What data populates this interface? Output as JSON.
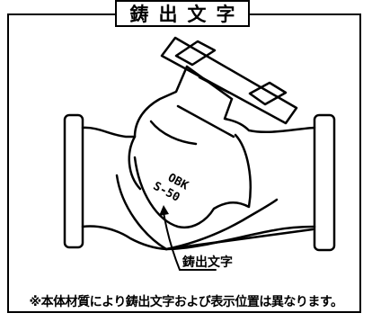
{
  "title": "鋳出文字",
  "marking_lines": [
    "OBK",
    "S-50"
  ],
  "callout_label": "鋳出文字",
  "note": "※本体材質により鋳出文字および表示位置は異なります。",
  "colors": {
    "line": "#000000",
    "background": "#ffffff"
  }
}
